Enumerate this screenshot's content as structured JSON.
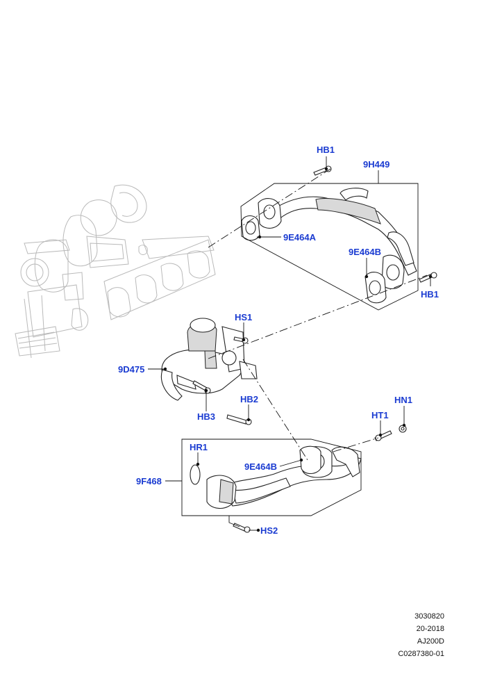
{
  "callouts": {
    "hb1_top": "HB1",
    "p9h449": "9H449",
    "p9e464a": "9E464A",
    "p9e464b_upper": "9E464B",
    "hb1_right": "HB1",
    "hs1": "HS1",
    "p9d475": "9D475",
    "hb2": "HB2",
    "hb3": "HB3",
    "hn1": "HN1",
    "ht1": "HT1",
    "hr1": "HR1",
    "p9e464b_lower": "9E464B",
    "p9f468": "9F468",
    "hs2": "HS2"
  },
  "footer": {
    "line1": "3030820",
    "line2": "20-2018",
    "line3": "AJ200D",
    "line4": "C0287380-01"
  },
  "colors": {
    "callout": "#1a3bd1",
    "line": "#111111",
    "ghost": "#b9b9b9"
  }
}
